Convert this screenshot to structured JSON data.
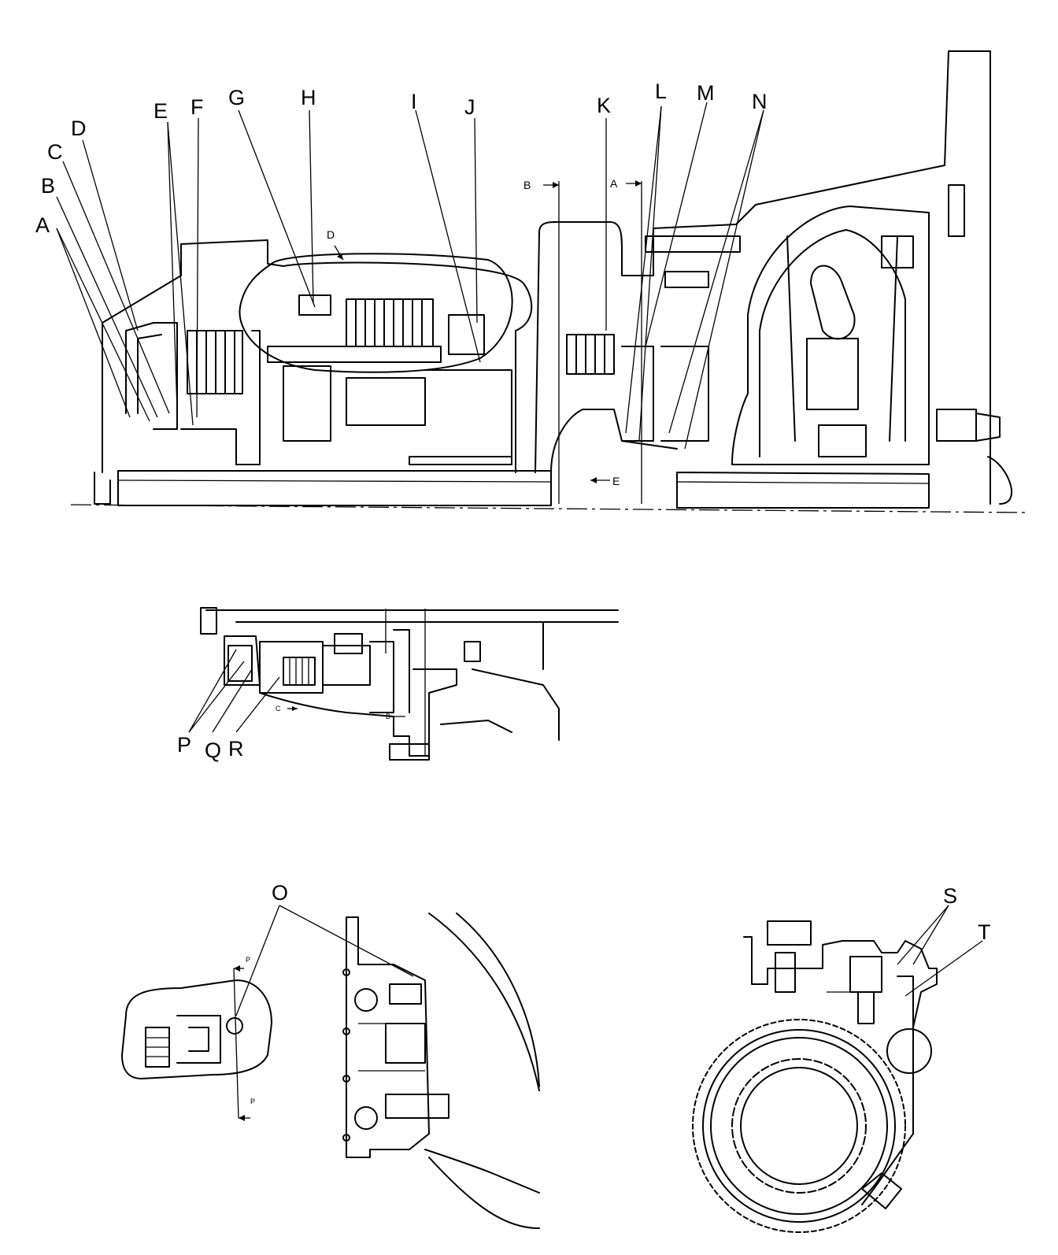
{
  "callouts": {
    "A": "A",
    "B": "B",
    "C": "C",
    "D": "D",
    "E": "E",
    "F": "F",
    "G": "G",
    "H": "H",
    "I": "I",
    "J": "J",
    "K": "K",
    "L": "L",
    "M": "M",
    "N": "N",
    "O": "O",
    "P": "P",
    "Q": "Q",
    "R": "R",
    "S": "S",
    "T": "T"
  },
  "section_marks": {
    "top_b": "B",
    "top_a": "A",
    "top_d": "D",
    "top_e": "E",
    "mid_c": "C",
    "mid_b": "B",
    "bot_p1": "P",
    "bot_p2": "P"
  }
}
